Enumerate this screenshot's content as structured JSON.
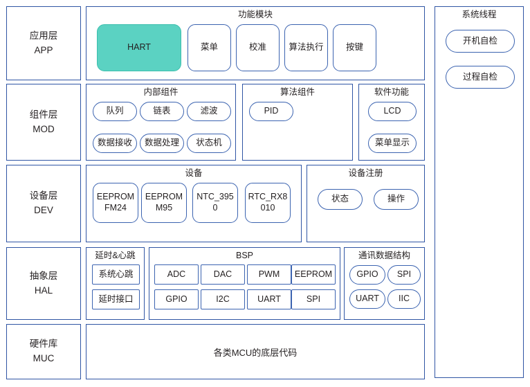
{
  "diagram": {
    "title": "MCU layered software architecture",
    "accent_color": "#5bd2c2",
    "border_color": "#2f55a4",
    "node_border_color": "#3b63b0",
    "background": "#ffffff"
  },
  "layers": [
    {
      "name_cn": "应用层",
      "name_en": "APP",
      "label": "应用层\nAPP"
    },
    {
      "name_cn": "组件层",
      "name_en": "MOD",
      "label": "组件层\nMOD"
    },
    {
      "name_cn": "设备层",
      "name_en": "DEV",
      "label": "设备层\nDEV"
    },
    {
      "name_cn": "抽象层",
      "name_en": "HAL",
      "label": "抽象层\nHAL"
    },
    {
      "name_cn": "硬件库",
      "name_en": "MUC",
      "label": "硬件库\nMUC"
    }
  ],
  "groups": {
    "function_modules": {
      "title": "功能模块",
      "items": [
        {
          "label": "HART",
          "highlight": true
        },
        {
          "label": "菜单",
          "highlight": false
        },
        {
          "label": "校准",
          "highlight": false
        },
        {
          "label": "算法执行",
          "highlight": false
        },
        {
          "label": "按键",
          "highlight": false
        }
      ]
    },
    "internal_components": {
      "title": "内部组件",
      "items": [
        {
          "label": "队列"
        },
        {
          "label": "链表"
        },
        {
          "label": "滤波"
        },
        {
          "label": "数据接收"
        },
        {
          "label": "数据处理"
        },
        {
          "label": "状态机"
        }
      ]
    },
    "algorithm_components": {
      "title": "算法组件",
      "items": [
        {
          "label": "PID"
        }
      ]
    },
    "software_functions": {
      "title": "软件功能",
      "items": [
        {
          "label": "LCD"
        },
        {
          "label": "菜单显示"
        }
      ]
    },
    "devices": {
      "title": "设备",
      "items": [
        {
          "label": "EEPROM\nFM24"
        },
        {
          "label": "EEPROM\nM95"
        },
        {
          "label": "NTC_395\n0"
        },
        {
          "label": "RTC_RX8\n010"
        }
      ]
    },
    "device_registry": {
      "title": "设备注册",
      "items": [
        {
          "label": "状态"
        },
        {
          "label": "操作"
        }
      ]
    },
    "delay_heartbeat": {
      "title": "延时&心跳",
      "items": [
        {
          "label": "系统心跳"
        },
        {
          "label": "延时接口"
        }
      ]
    },
    "bsp": {
      "title": "BSP",
      "items": [
        {
          "label": "ADC"
        },
        {
          "label": "DAC"
        },
        {
          "label": "PWM"
        },
        {
          "label": "EEPROM"
        },
        {
          "label": "GPIO"
        },
        {
          "label": "I2C"
        },
        {
          "label": "UART"
        },
        {
          "label": "SPI"
        }
      ]
    },
    "comm_data_struct": {
      "title": "通讯数据结构",
      "items": [
        {
          "label": "GPIO"
        },
        {
          "label": "SPI"
        },
        {
          "label": "UART"
        },
        {
          "label": "IIC"
        }
      ]
    },
    "hardware_library": {
      "label": "各类MCU的底层代码"
    },
    "system_thread": {
      "title": "系统线程",
      "items": [
        {
          "label": "开机自检"
        },
        {
          "label": "过程自检"
        }
      ]
    }
  }
}
